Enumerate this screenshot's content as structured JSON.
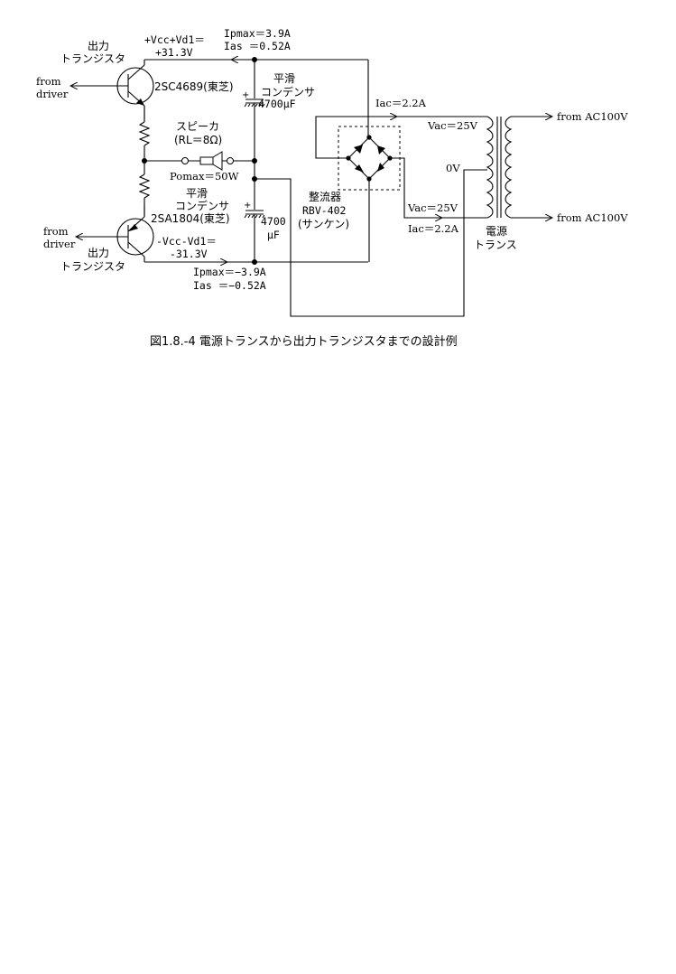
{
  "labels": {
    "out_tr_top_1": "出力",
    "out_tr_top_2": "トランジスタ",
    "from_driver_top_1": "from",
    "from_driver_top_2": "driver",
    "tr_top_part": "2SC4689(東芝)",
    "vcc_top_1": "+Vcc+Vd1＝",
    "vcc_top_2": "+31.3V",
    "ipmax_top": "Ipmax＝3.9A",
    "ias_top": "Ias ＝0.52A",
    "cap_top_1": "平滑",
    "cap_top_2": "コンデンサ",
    "cap_top_val": "4700μF",
    "iac_top": "Iac＝2.2A",
    "vac_top": "Vac＝25V",
    "from_ac_top": "from AC100V",
    "speaker_1": "スピーカ",
    "speaker_2": "(RL＝8Ω)",
    "pomax": "Pomax＝50W",
    "zero_v": "0V",
    "cap_bot_1": "平滑",
    "cap_bot_2": "コンデンサ",
    "cap_bot_val_1": "4700",
    "cap_bot_val_2": "μF",
    "rect_1": "整流器",
    "rect_2": "RBV-402",
    "rect_3": "(サンケン)",
    "vac_bot": "Vac＝25V",
    "iac_bot": "Iac＝2.2A",
    "from_ac_bot": "from AC100V",
    "trans_1": "電源",
    "trans_2": "トランス",
    "tr_bot_part": "2SA1804(東芝)",
    "from_driver_bot_1": "from",
    "from_driver_bot_2": "driver",
    "vcc_bot_1": "-Vcc-Vd1＝",
    "vcc_bot_2": "-31.3V",
    "out_tr_bot_1": "出力",
    "out_tr_bot_2": "トランジスタ",
    "ipmax_bot": "Ipmax＝−3.9A",
    "ias_bot": "Ias ＝−0.52A"
  },
  "caption": "図1.8.-4 電源トランスから出力トランジスタまでの設計例"
}
